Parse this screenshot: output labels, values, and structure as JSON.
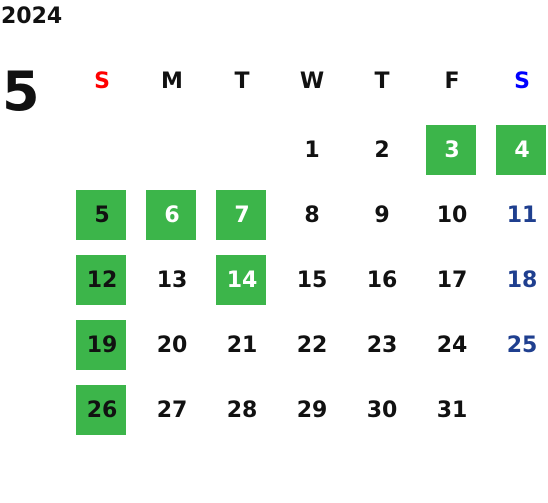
{
  "calendar": {
    "year": "2024",
    "month": "5",
    "weekdays": [
      {
        "label": "S",
        "color": "#ff0000"
      },
      {
        "label": "M",
        "color": "#111111"
      },
      {
        "label": "T",
        "color": "#111111"
      },
      {
        "label": "W",
        "color": "#111111"
      },
      {
        "label": "T",
        "color": "#111111"
      },
      {
        "label": "F",
        "color": "#111111"
      },
      {
        "label": "S",
        "color": "#0000ff"
      }
    ],
    "weeks": [
      [
        "",
        "",
        "",
        "1",
        "2",
        "3",
        "4"
      ],
      [
        "5",
        "6",
        "7",
        "8",
        "9",
        "10",
        "11"
      ],
      [
        "12",
        "13",
        "14",
        "15",
        "16",
        "17",
        "18"
      ],
      [
        "19",
        "20",
        "21",
        "22",
        "23",
        "24",
        "25"
      ],
      [
        "26",
        "27",
        "28",
        "29",
        "30",
        "31",
        ""
      ]
    ],
    "highlighted_days": [
      "3",
      "4",
      "5",
      "6",
      "7",
      "12",
      "14",
      "19",
      "26"
    ],
    "highlight_color": "#3cb54a",
    "saturday_color": "#1f3f8f"
  }
}
